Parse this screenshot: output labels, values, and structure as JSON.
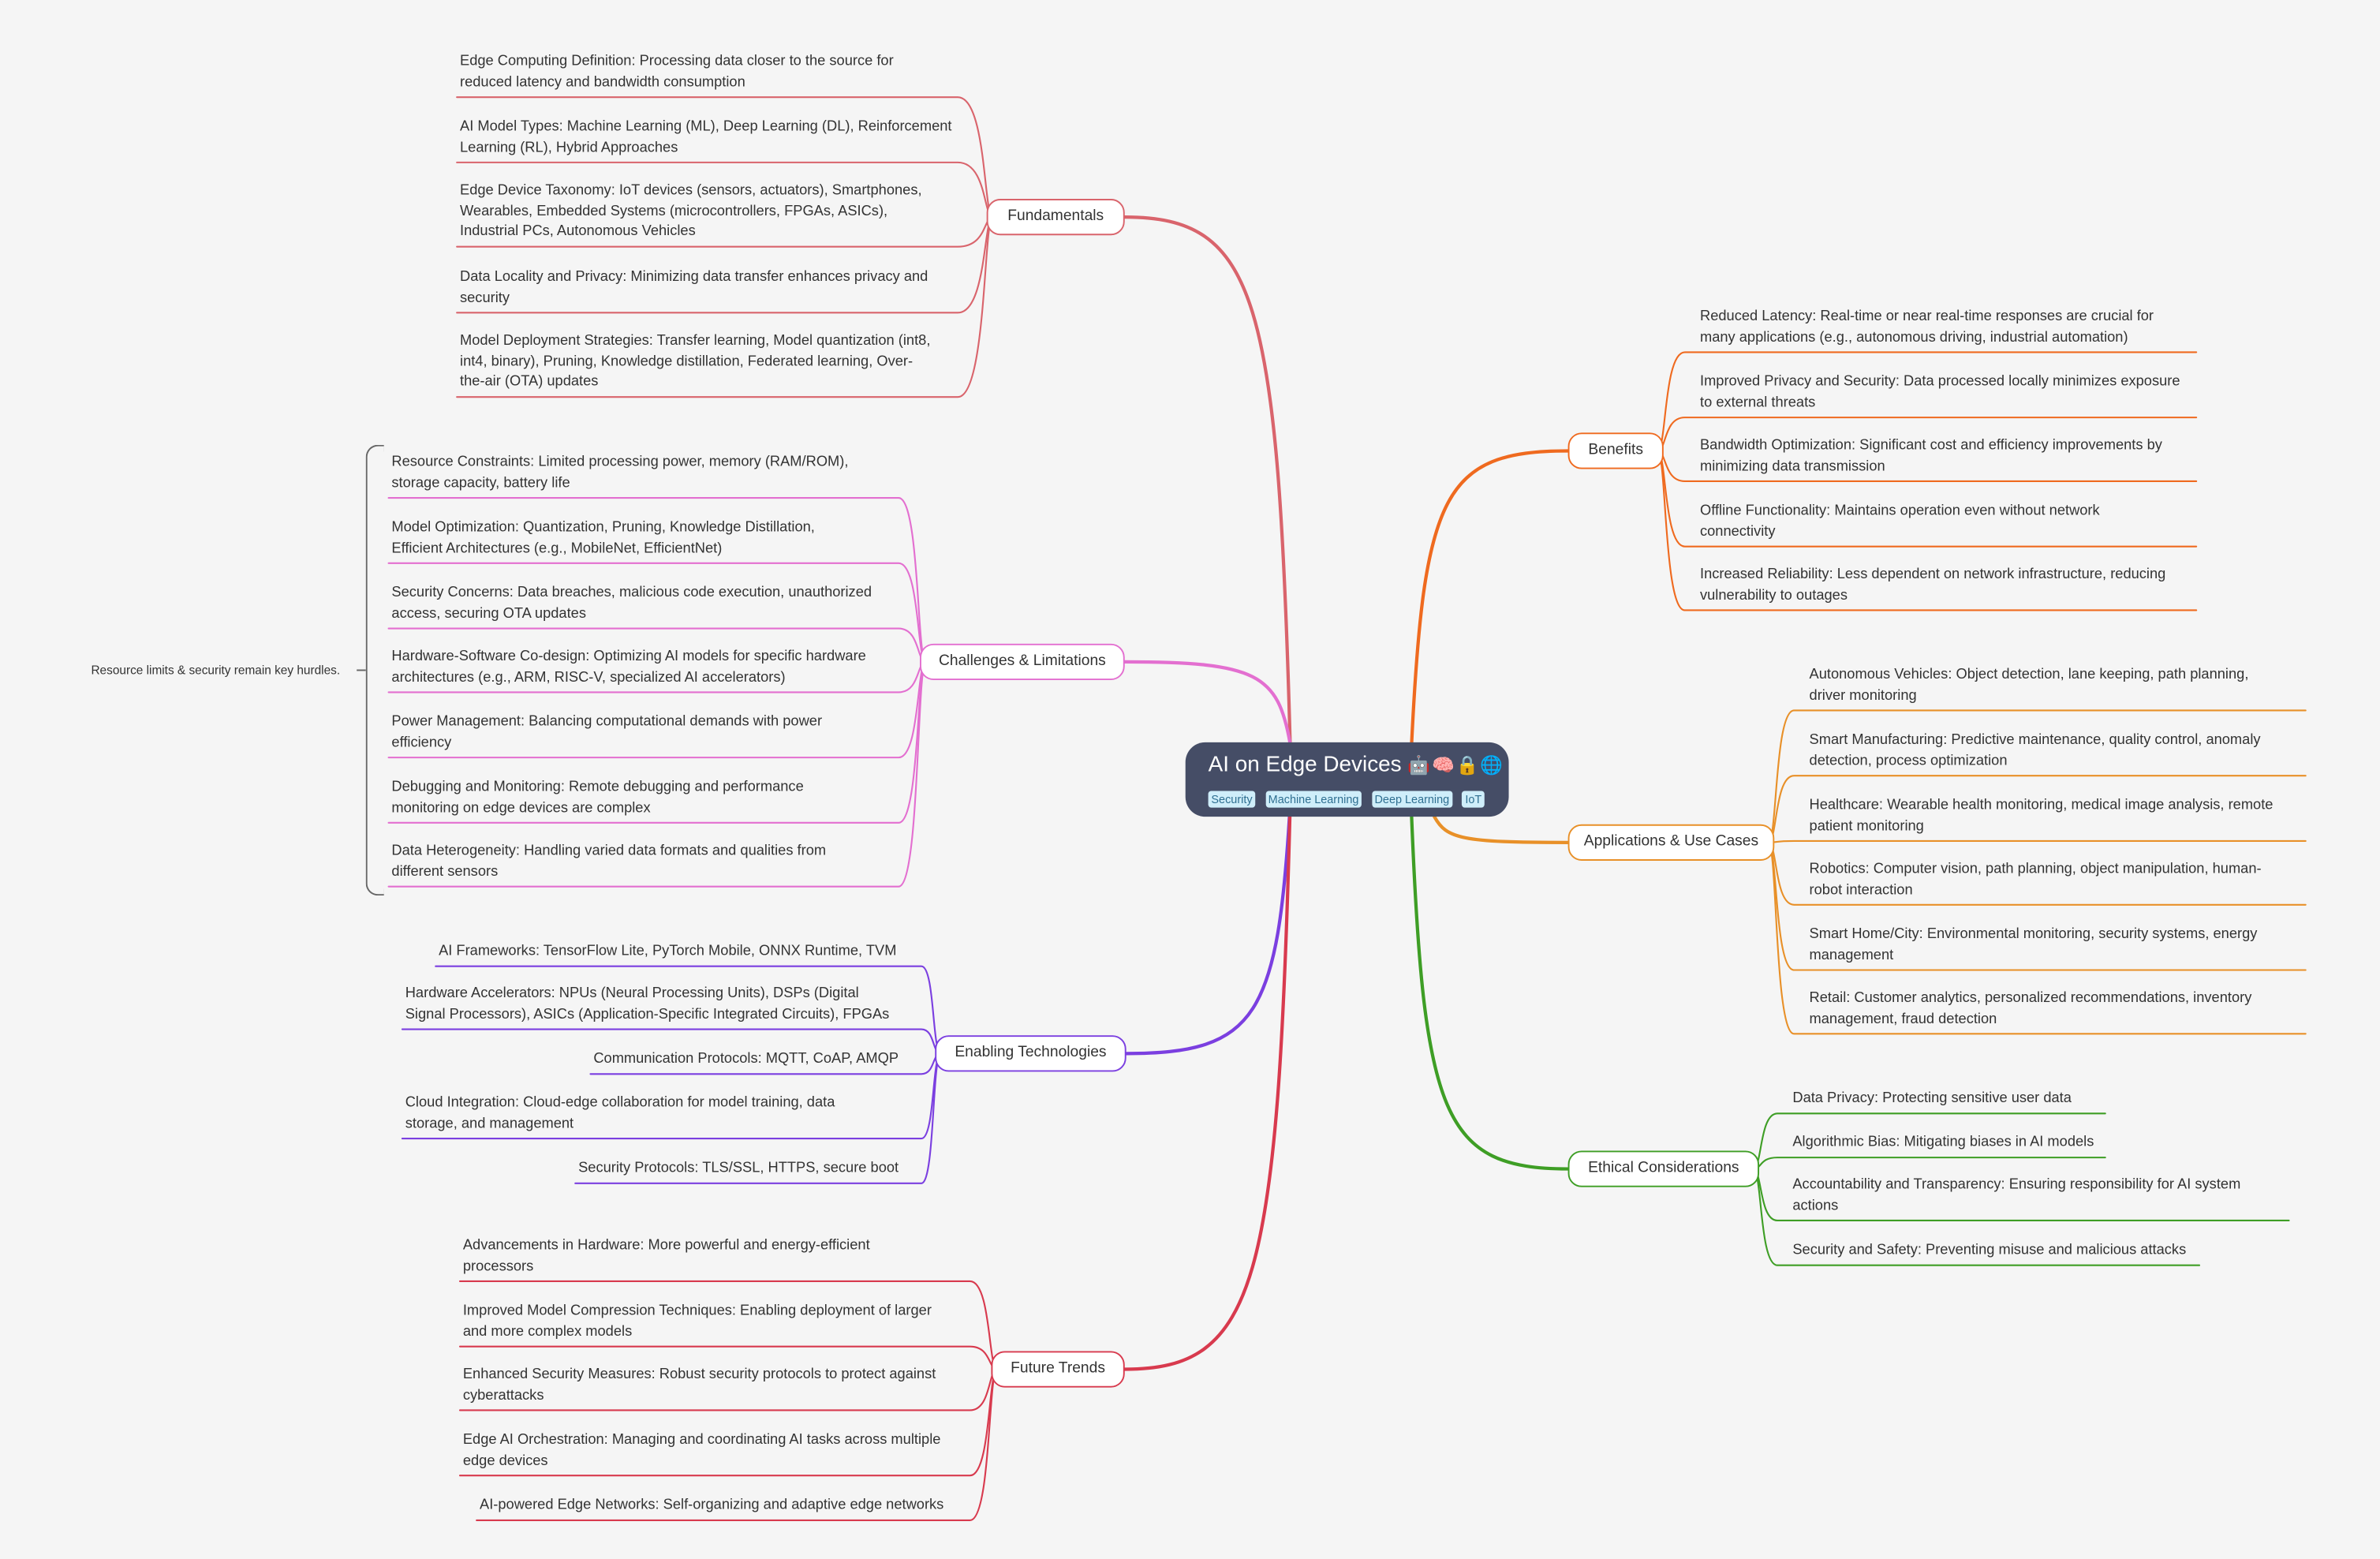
{
  "root": {
    "title": "AI on Edge Devices",
    "emoji": "🤖🧠🔒🌐",
    "tags": [
      "Security",
      "Machine Learning",
      "Deep Learning",
      "IoT"
    ]
  },
  "note": "Resource limits & security remain key hurdles.",
  "branches": [
    {
      "key": "fundamentals",
      "label": "Fundamentals",
      "color": "#d9646c",
      "children": [
        [
          "Edge Computing Definition: Processing data closer to the source for",
          "reduced latency and bandwidth consumption"
        ],
        [
          "AI Model Types: Machine Learning (ML), Deep Learning (DL), Reinforcement",
          "Learning (RL), Hybrid Approaches"
        ],
        [
          "Edge Device Taxonomy: IoT devices (sensors, actuators), Smartphones,",
          "Wearables, Embedded Systems (microcontrollers, FPGAs, ASICs),",
          "Industrial PCs, Autonomous Vehicles"
        ],
        [
          "Data Locality and Privacy: Minimizing data transfer enhances privacy and",
          "security"
        ],
        [
          "Model Deployment Strategies: Transfer learning, Model quantization (int8,",
          "int4, binary), Pruning, Knowledge distillation, Federated learning, Over-",
          "the-air (OTA) updates"
        ]
      ]
    },
    {
      "key": "challenges",
      "label": "Challenges & Limitations",
      "color": "#e36fd0",
      "children": [
        [
          "Resource Constraints: Limited processing power, memory (RAM/ROM),",
          "storage capacity, battery life"
        ],
        [
          "Model Optimization: Quantization, Pruning, Knowledge Distillation,",
          "Efficient Architectures (e.g., MobileNet, EfficientNet)"
        ],
        [
          "Security Concerns: Data breaches, malicious code execution, unauthorized",
          "access, securing OTA updates"
        ],
        [
          "Hardware-Software Co-design: Optimizing AI models for specific hardware",
          "architectures (e.g., ARM, RISC-V, specialized AI accelerators)"
        ],
        [
          "Power Management: Balancing computational demands with power",
          "efficiency"
        ],
        [
          "Debugging and Monitoring: Remote debugging and performance",
          "monitoring on edge devices are complex"
        ],
        [
          "Data Heterogeneity: Handling varied data formats and qualities from",
          "different sensors"
        ]
      ]
    },
    {
      "key": "enabling",
      "label": "Enabling Technologies",
      "color": "#7b3fe0",
      "children": [
        [
          "AI Frameworks: TensorFlow Lite, PyTorch Mobile, ONNX Runtime, TVM"
        ],
        [
          "Hardware Accelerators: NPUs (Neural Processing Units), DSPs (Digital",
          "Signal Processors), ASICs (Application-Specific Integrated Circuits), FPGAs"
        ],
        [
          "Communication Protocols: MQTT, CoAP, AMQP"
        ],
        [
          "Cloud Integration: Cloud-edge collaboration for model training, data",
          "storage, and management"
        ],
        [
          "Security Protocols: TLS/SSL, HTTPS, secure boot"
        ]
      ]
    },
    {
      "key": "future",
      "label": "Future Trends",
      "color": "#d83a4e",
      "children": [
        [
          "Advancements in Hardware: More powerful and energy-efficient",
          "processors"
        ],
        [
          "Improved Model Compression Techniques: Enabling deployment of larger",
          "and more complex models"
        ],
        [
          "Enhanced Security Measures: Robust security protocols to protect against",
          "cyberattacks"
        ],
        [
          "Edge AI Orchestration: Managing and coordinating AI tasks across multiple",
          "edge devices"
        ],
        [
          "AI-powered Edge Networks: Self-organizing and adaptive edge networks"
        ]
      ]
    },
    {
      "key": "benefits",
      "label": "Benefits",
      "color": "#ef6a1f",
      "children": [
        [
          "Reduced Latency: Real-time or near real-time responses are crucial for",
          "many applications (e.g., autonomous driving, industrial automation)"
        ],
        [
          "Improved Privacy and Security: Data processed locally minimizes exposure",
          "to external threats"
        ],
        [
          "Bandwidth Optimization: Significant cost and efficiency improvements by",
          "minimizing data transmission"
        ],
        [
          "Offline Functionality: Maintains operation even without network",
          "connectivity"
        ],
        [
          "Increased Reliability: Less dependent on network infrastructure, reducing",
          "vulnerability to outages"
        ]
      ]
    },
    {
      "key": "applications",
      "label": "Applications & Use Cases",
      "color": "#e89028",
      "children": [
        [
          "Autonomous Vehicles: Object detection, lane keeping, path planning,",
          "driver monitoring"
        ],
        [
          "Smart Manufacturing: Predictive maintenance, quality control, anomaly",
          "detection, process optimization"
        ],
        [
          "Healthcare: Wearable health monitoring, medical image analysis, remote",
          "patient monitoring"
        ],
        [
          "Robotics: Computer vision, path planning, object manipulation, human-",
          "robot interaction"
        ],
        [
          "Smart Home/City: Environmental monitoring, security systems, energy",
          "management"
        ],
        [
          "Retail: Customer analytics, personalized recommendations, inventory",
          "management, fraud detection"
        ]
      ]
    },
    {
      "key": "ethical",
      "label": "Ethical Considerations",
      "color": "#3e9e25",
      "children": [
        [
          "Data Privacy: Protecting sensitive user data"
        ],
        [
          "Algorithmic Bias: Mitigating biases in AI models"
        ],
        [
          "Accountability and Transparency: Ensuring responsibility for AI system",
          "actions"
        ],
        [
          "Security and Safety: Preventing misuse and malicious attacks"
        ]
      ]
    }
  ]
}
